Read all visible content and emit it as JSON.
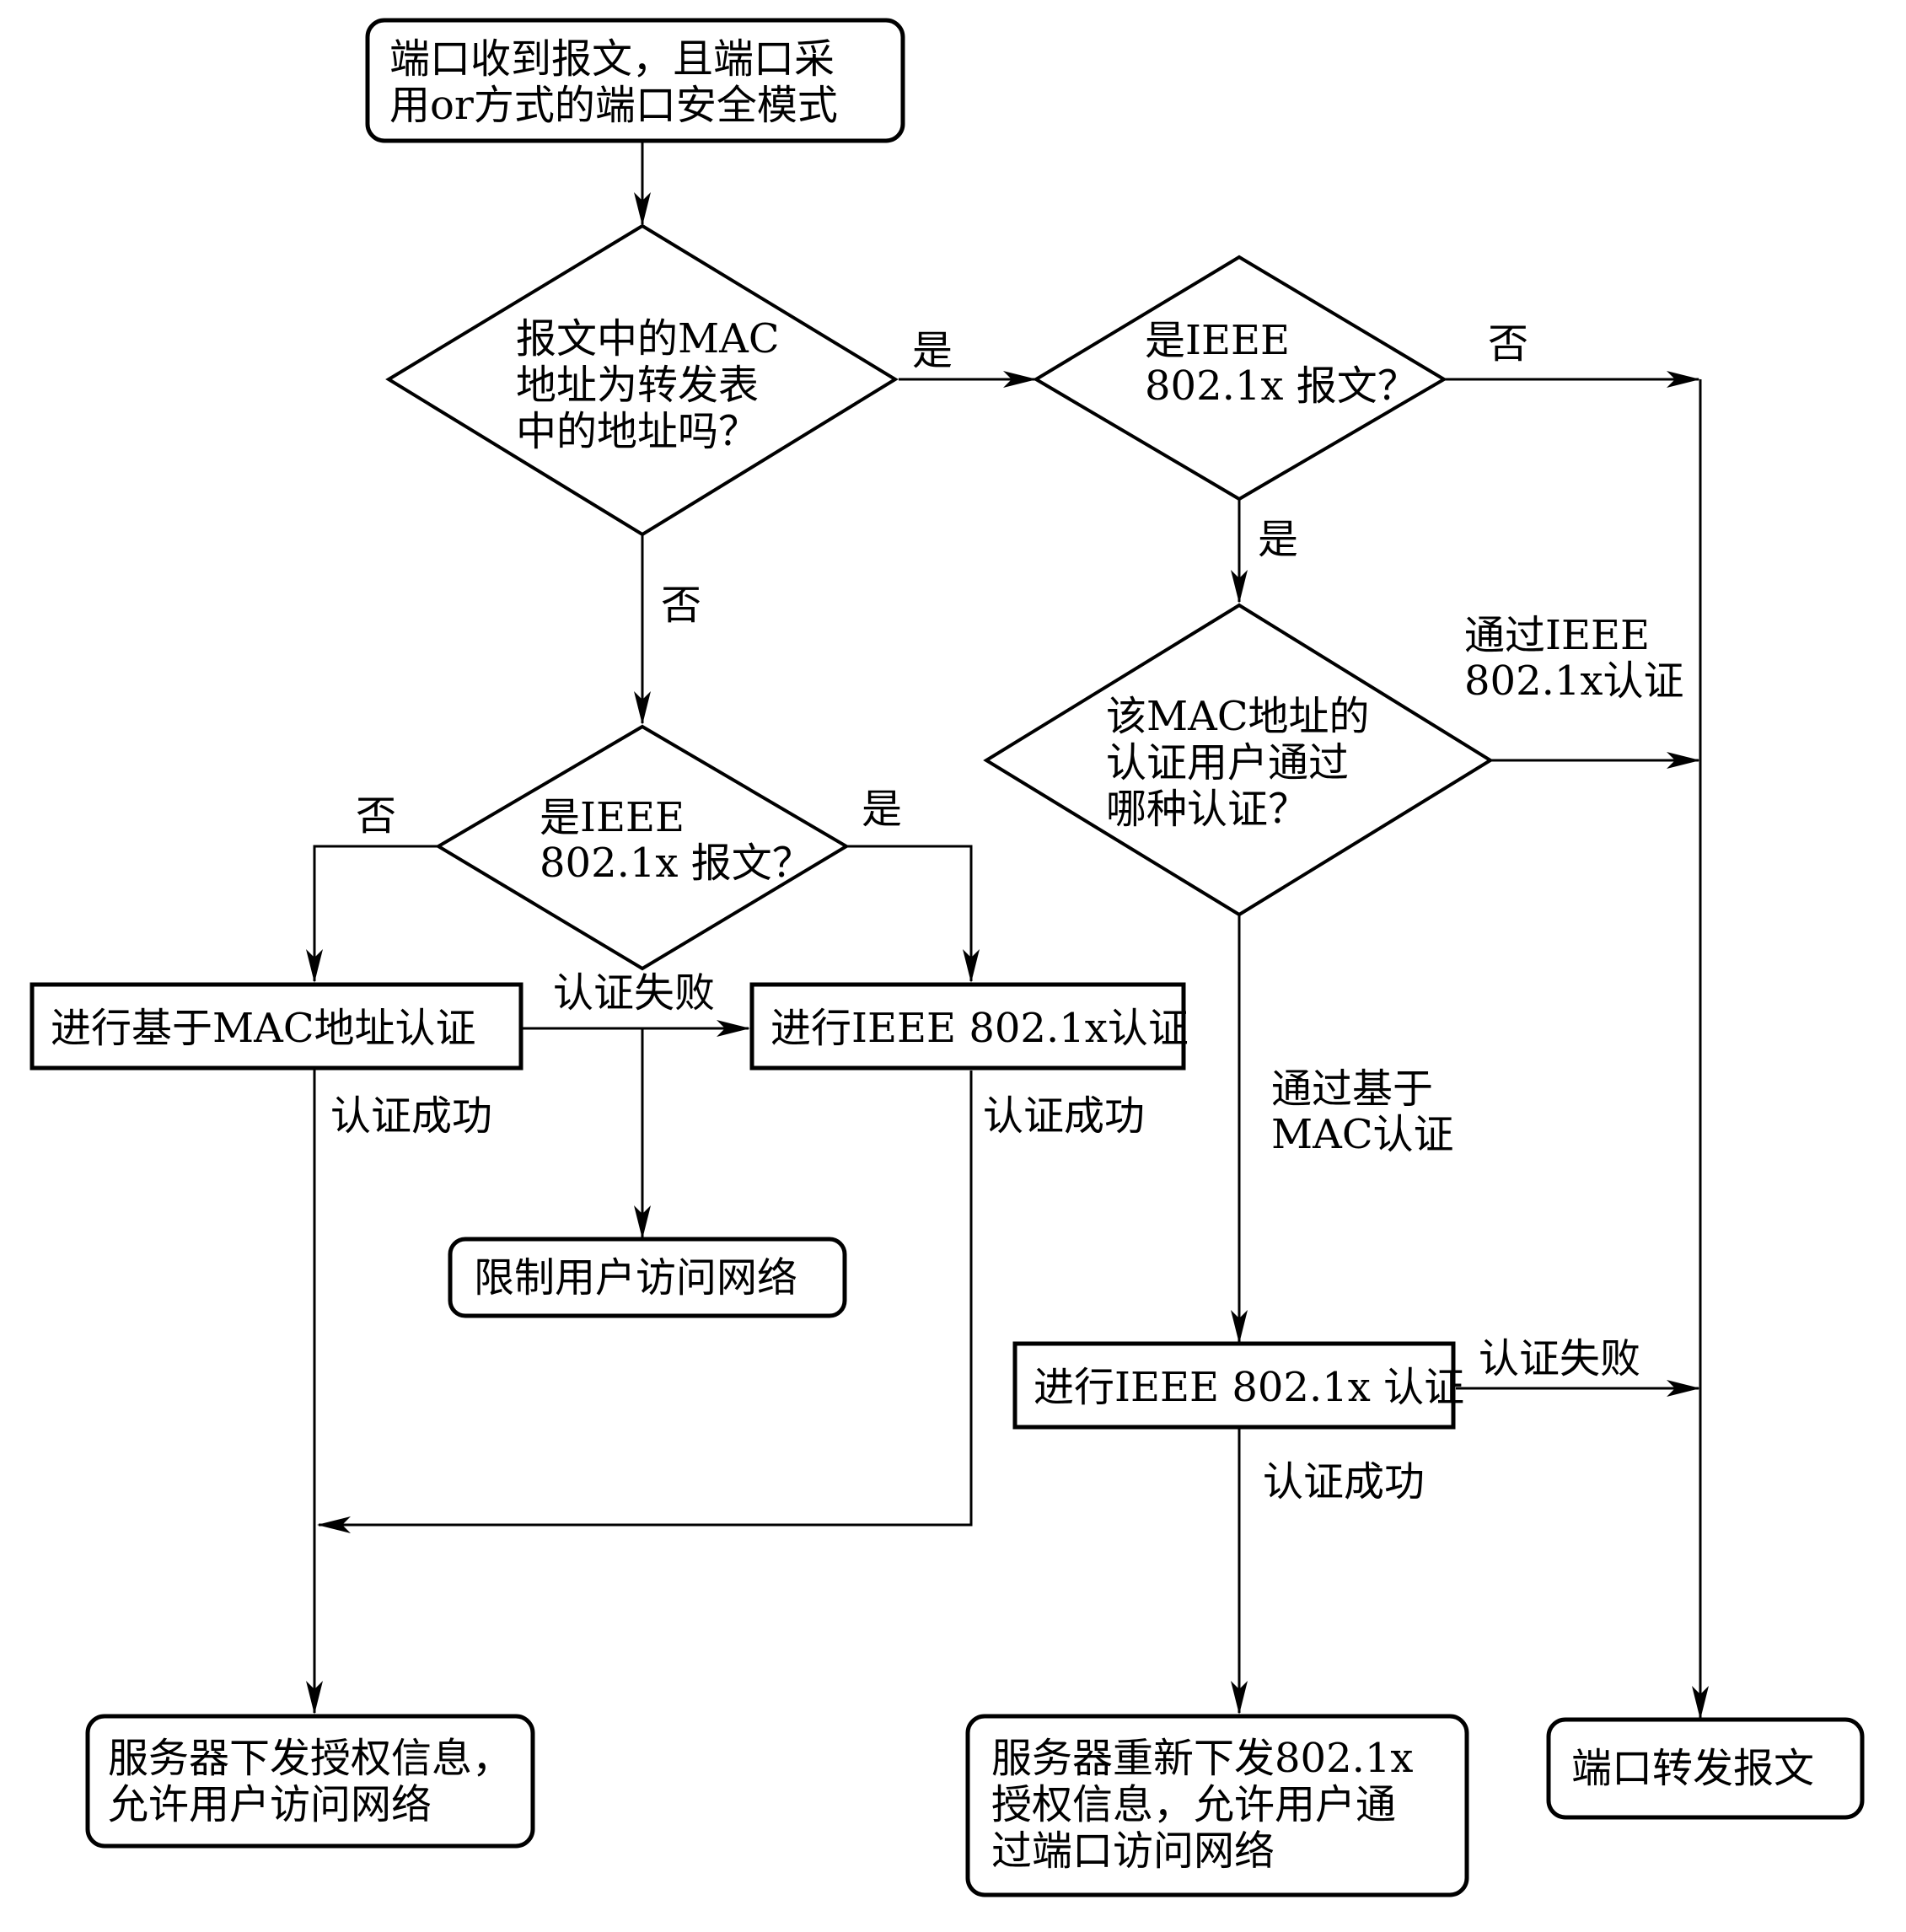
{
  "nodes": {
    "start": [
      "端口收到报文，且端口采",
      "用or方式的端口安全模式"
    ],
    "d_mac_in_table": [
      "报文中的MAC",
      "地址为转发表",
      "中的地址吗？"
    ],
    "d_8021x_right": [
      "是IEEE",
      "802.1x 报文？"
    ],
    "d_which_auth": [
      "该MAC地址的",
      "认证用户通过",
      "哪种认证？"
    ],
    "d_8021x_left": [
      "是IEEE",
      "802.1x 报文？"
    ],
    "p_mac_auth": [
      "进行基于MAC地址认证"
    ],
    "p_8021x_auth_left": [
      "进行IEEE 802.1x认证"
    ],
    "e_restrict": [
      "限制用户访问网络"
    ],
    "p_8021x_auth_right": [
      "进行IEEE 802.1x 认证"
    ],
    "e_server_auth": [
      "服务器下发授权信息，",
      "允许用户访问网络"
    ],
    "e_server_reauth": [
      "服务器重新下发802.1x",
      "授权信息，允许用户通",
      "过端口访问网络"
    ],
    "e_forward": [
      "端口转发报文"
    ]
  },
  "edges": {
    "yes_to_8021x": "是",
    "no_to_forward": "否",
    "no_to_left_8021x": "否",
    "yes_to_which": "是",
    "passed_8021x": [
      "通过IEEE",
      "802.1x认证"
    ],
    "passed_mac": [
      "通过基于",
      "MAC认证"
    ],
    "left_no": "否",
    "left_yes": "是",
    "mac_fail": "认证失败",
    "mac_success": "认证成功",
    "dot1x_success_left": "认证成功",
    "dot1x_fail_right": "认证失败",
    "dot1x_success_right": "认证成功"
  }
}
